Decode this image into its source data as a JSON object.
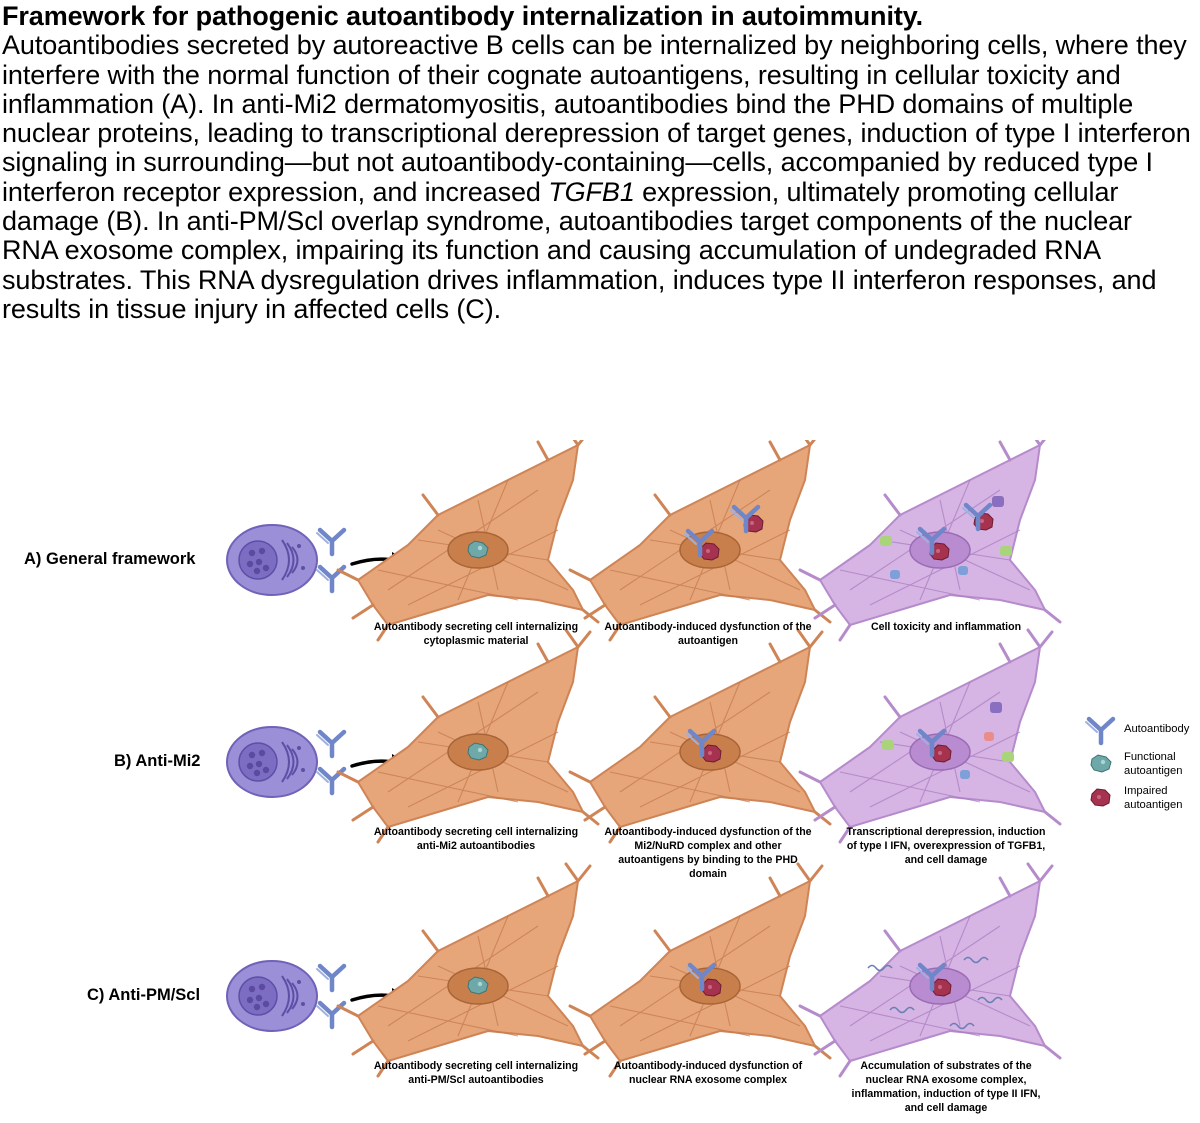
{
  "caption": {
    "title": "Framework for pathogenic autoantibody internalization in autoimmunity.",
    "part1": "Autoantibodies secreted by autoreactive B cells can be internalized by neighboring cells, where they interfere with the normal function of their cognate autoantigens, resulting in cellular toxicity and inflammation (A). In anti-Mi2 dermatomyositis, autoantibodies bind the PHD domains of multiple nuclear proteins, leading to transcriptional derepression of target genes, induction of type I interferon signaling in surrounding—but not autoantibody-containing—cells, accompanied by reduced type I interferon receptor expression, and increased ",
    "gene": "TGFB1",
    "part2": " expression, ultimately promoting cellular damage (B). In anti-PM/Scl overlap syndrome, autoantibodies target components of the nuclear RNA exosome complex, impairing its function and causing accumulation of undegraded RNA substrates. This RNA dysregulation drives inflammation, induces type II interferon responses, and results in tissue injury in affected cells (C)."
  },
  "rows": [
    {
      "label": "A) General framework",
      "captions": [
        "Autoantibody secreting cell internalizing cytoplasmic material",
        "Autoantibody-induced dysfunction of the autoantigen",
        "Cell toxicity and inflammation"
      ]
    },
    {
      "label": "B) Anti-Mi2",
      "captions": [
        "Autoantibody secreting cell internalizing anti-Mi2 autoantibodies",
        "Autoantibody-induced dysfunction of the Mi2/NuRD complex and other autoantigens by binding to the PHD domain",
        "Transcriptional derepression, induction of type I IFN, overexpression of TGFB1, and cell damage"
      ]
    },
    {
      "label": "C) Anti-PM/Scl",
      "captions": [
        "Autoantibody secreting cell internalizing anti-PM/Scl autoantibodies",
        "Autoantibody-induced dysfunction of nuclear RNA exosome complex",
        "Accumulation of substrates of the nuclear RNA exosome complex, inflammation, induction of type II IFN, and cell damage"
      ]
    }
  ],
  "legend": {
    "autoantibody": "Autoantibody",
    "functional": "Functional autoantigen",
    "impaired": "Impaired autoantigen"
  },
  "colors": {
    "b_cell": "#9b8fd8",
    "b_cell_nucleus": "#7c6cc2",
    "fibroblast": "#e6a67a",
    "fibroblast_nucleus": "#c97f4c",
    "inflamed_cell": "#d6b4e4",
    "inflamed_nucleus": "#b98bd0",
    "autoantibody": "#6f86c9",
    "functional_autoantigen": "#6fa8a8",
    "impaired_autoantigen": "#a5334f",
    "arrow": "#000000"
  }
}
